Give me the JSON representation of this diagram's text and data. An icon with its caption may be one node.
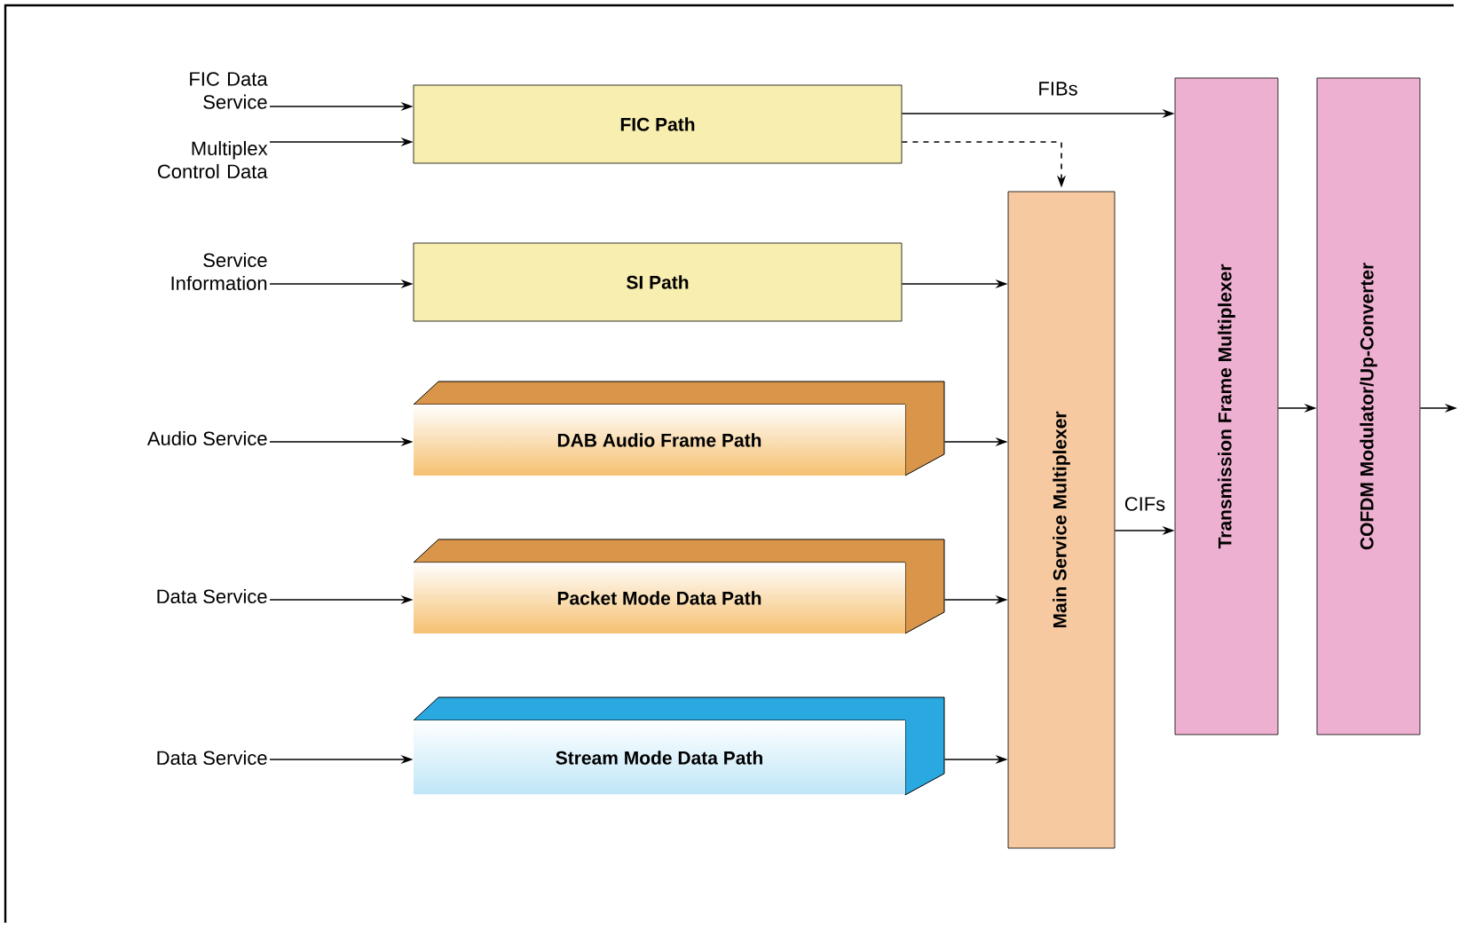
{
  "diagram": {
    "nodes": [
      {
        "text": [
          "FIC Data Service"
        ]
      },
      {
        "text": [
          "Multiplex Control Data"
        ]
      },
      {
        "text": [
          "Service Information"
        ]
      },
      {
        "text": [
          "Audio Service"
        ]
      },
      {
        "text": [
          "Data Service"
        ]
      },
      {
        "text": [
          "Data Service"
        ]
      },
      {
        "text": [
          "FIC Path"
        ]
      },
      {
        "text": [
          "SI Path"
        ]
      },
      {
        "text": [
          "DAB Audio Frame Path"
        ]
      },
      {
        "text": [
          "Packet Mode Data Path"
        ]
      },
      {
        "text": [
          "Stream Mode Data Path"
        ]
      },
      {
        "text": [
          "Main Service Multiplexer"
        ]
      },
      {
        "text": [
          "Transmission Frame Multiplexer"
        ]
      },
      {
        "text": [
          "COFDM Modulator/Up-Converter"
        ]
      }
    ],
    "edges": [
      {
        "from": 0,
        "to": 6,
        "arrow": "to"
      },
      {
        "from": 1,
        "to": 6,
        "arrow": "to"
      },
      {
        "from": 2,
        "to": 7,
        "arrow": "to"
      },
      {
        "from": 3,
        "to": 8,
        "arrow": "to"
      },
      {
        "from": 4,
        "to": 9,
        "arrow": "to"
      },
      {
        "from": 5,
        "to": 10,
        "arrow": "to"
      },
      {
        "from": 6,
        "to": 12,
        "arrow": "to",
        "label": "FIBs"
      },
      {
        "from": 6,
        "to": 11,
        "arrow": "to",
        "style": "dashed"
      },
      {
        "from": 7,
        "to": 11,
        "arrow": "to"
      },
      {
        "from": 8,
        "to": 11,
        "arrow": "to"
      },
      {
        "from": 9,
        "to": 11,
        "arrow": "to"
      },
      {
        "from": 10,
        "to": 11,
        "arrow": "to"
      },
      {
        "from": 11,
        "to": 12,
        "arrow": "to",
        "label": "CIFs"
      },
      {
        "from": 12,
        "to": 13,
        "arrow": "to"
      },
      {
        "from": 13,
        "to": null,
        "arrow": "to"
      }
    ]
  }
}
